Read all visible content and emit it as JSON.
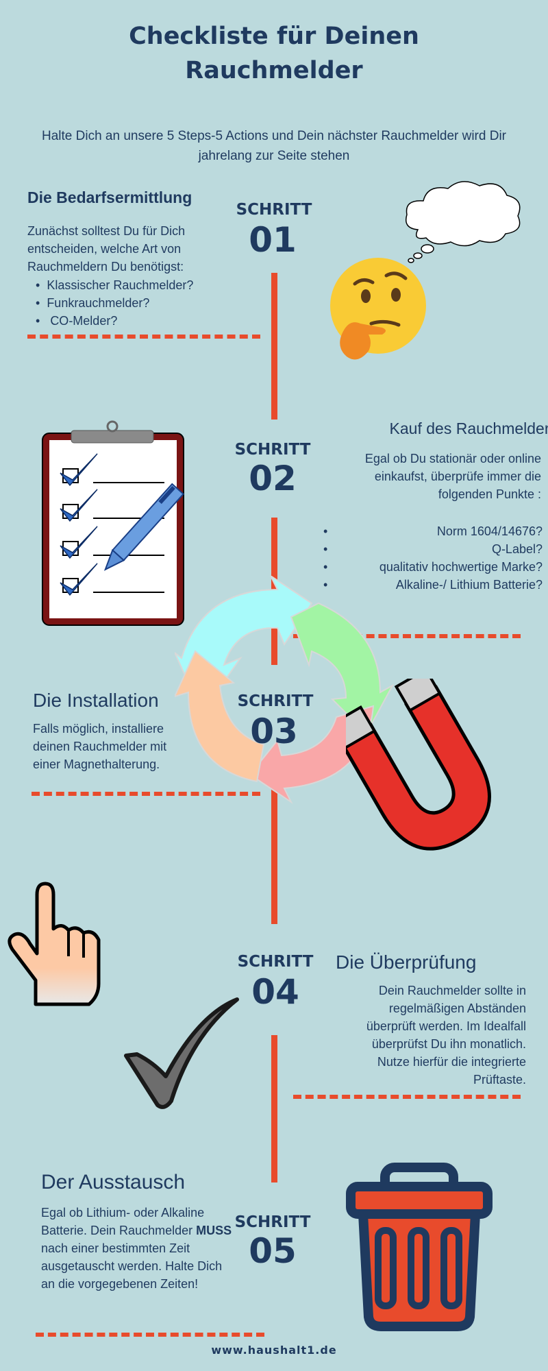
{
  "title_line1": "Checkliste für Deinen",
  "title_line2": "Rauchmelder",
  "intro": "Halte Dich an unsere 5 Steps-5 Actions und Dein nächster Rauchmelder wird Dir jahrelang zur Seite stehen",
  "steps": [
    {
      "label": "SCHRITT",
      "number": "01",
      "heading": "Die Bedarfsermittlung",
      "text": "Zunächst solltest Du für Dich entscheiden, welche Art von Rauchmeldern Du benötigst:",
      "items": [
        "Klassischer Rauchmelder?",
        "Funkrauchmelder?",
        "CO-Melder?"
      ]
    },
    {
      "label": "SCHRITT",
      "number": "02",
      "heading": "Kauf des Rauchmelders",
      "text": "Egal ob Du stationär oder online einkaufst, überprüfe immer die folgenden Punkte :",
      "items": [
        "Norm 1604/14676?",
        "Q-Label?",
        "qualitativ hochwertige Marke?",
        "Alkaline-/ Lithium Batterie?"
      ]
    },
    {
      "label": "SCHRITT",
      "number": "03",
      "heading": "Die Installation",
      "text": "Falls möglich, installiere deinen Rauchmelder mit einer Magnethalterung."
    },
    {
      "label": "SCHRITT",
      "number": "04",
      "heading": "Die Überprüfung",
      "text": "Dein Rauchmelder sollte in regelmäßigen Abständen überprüft werden. Im Idealfall überprüfst Du ihn monatlich. Nutze hierfür die integrierte Prüftaste."
    },
    {
      "label": "SCHRITT",
      "number": "05",
      "heading": "Der Ausstausch",
      "text_before": "Egal ob Lithium- oder Alkaline Batterie. Dein Rauchmelder ",
      "text_bold": "MUSS",
      "text_after": " nach einer bestimmten Zeit ausgetauscht werden. Halte Dich an die vorgegebenen Zeiten!"
    }
  ],
  "footer": "www.haushalt1.de",
  "icons": {
    "step1": "thinking-face-icon",
    "step2": "clipboard-checklist-icon",
    "step3_a": "cycle-arrows-icon",
    "step3_b": "magnet-icon",
    "step4_a": "pointing-hand-icon",
    "step4_b": "checkmark-icon",
    "step5": "trash-can-icon"
  },
  "colors": {
    "background": "#bcdadd",
    "primary": "#1f3a5f",
    "accent": "#e84b2c"
  }
}
